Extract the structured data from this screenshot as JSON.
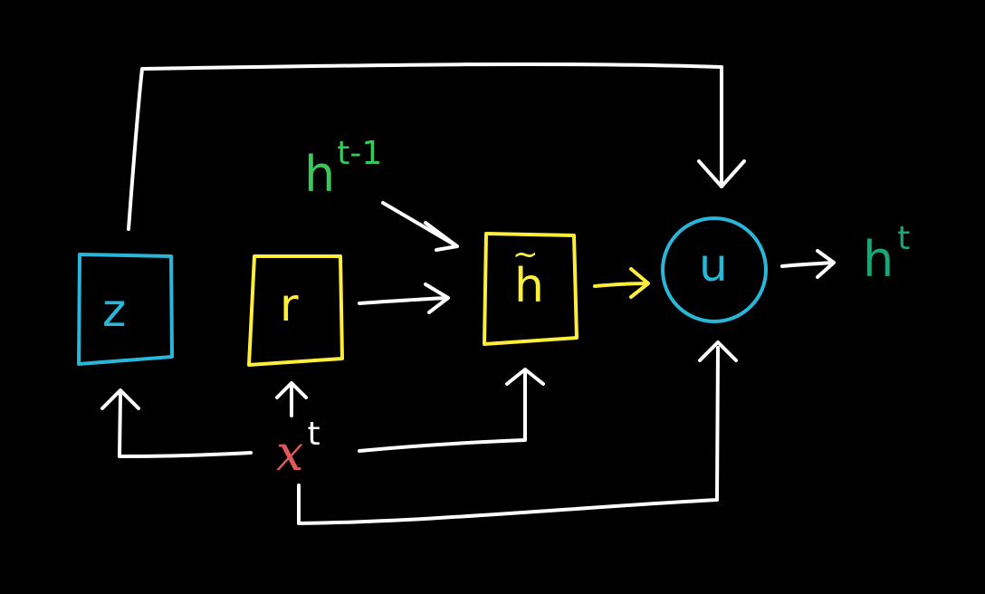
{
  "diagram": {
    "nodes": {
      "z": {
        "label": "z",
        "shape": "box",
        "color": "#29b6d8"
      },
      "r": {
        "label": "r",
        "shape": "box",
        "color": "#ffee3a"
      },
      "h_tilde": {
        "label": "h",
        "accent": "~",
        "shape": "box",
        "color": "#ffee3a"
      },
      "u": {
        "label": "u",
        "shape": "circle",
        "color": "#29b6d8"
      }
    },
    "inputs": {
      "h_prev": {
        "base": "h",
        "sup": "t-1",
        "color": "#39c95a"
      },
      "x_t": {
        "base": "x",
        "sup": "t",
        "base_color": "#e05a5a",
        "sup_color": "#ffffff"
      }
    },
    "outputs": {
      "h_t": {
        "base": "h",
        "sup": "t",
        "color": "#1aa57a"
      }
    },
    "edges": [
      {
        "from": "z",
        "to": "u"
      },
      {
        "from": "h_prev",
        "to": "h_tilde"
      },
      {
        "from": "r",
        "to": "h_tilde"
      },
      {
        "from": "h_tilde",
        "to": "u"
      },
      {
        "from": "u",
        "to": "h_t"
      },
      {
        "from": "x_t",
        "to": "z"
      },
      {
        "from": "x_t",
        "to": "r"
      },
      {
        "from": "x_t",
        "to": "h_tilde"
      },
      {
        "from": "x_t",
        "to": "u"
      }
    ],
    "colors": {
      "background": "#000000",
      "wire": "#ffffff",
      "wire_accent": "#ffee3a"
    }
  }
}
